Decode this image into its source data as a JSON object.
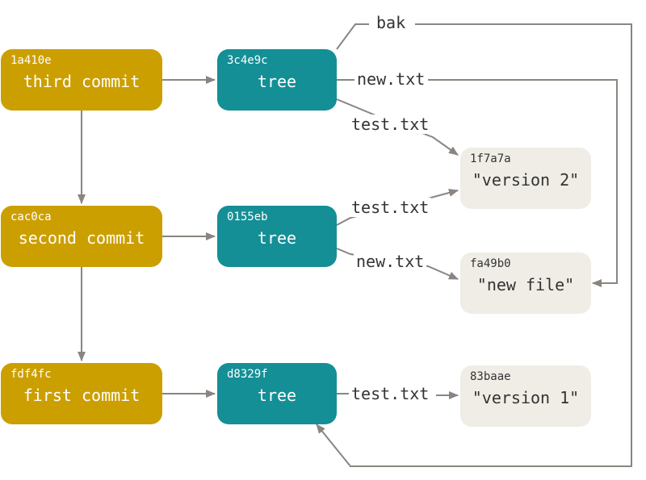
{
  "colors": {
    "commit": "#cc9f00",
    "tree": "#148f96",
    "blob": "#efede6",
    "arrow": "#8a8580"
  },
  "commits": [
    {
      "hash": "1a410e",
      "label": "third commit"
    },
    {
      "hash": "cac0ca",
      "label": "second commit"
    },
    {
      "hash": "fdf4fc",
      "label": "first commit"
    }
  ],
  "trees": [
    {
      "hash": "3c4e9c",
      "label": "tree"
    },
    {
      "hash": "0155eb",
      "label": "tree"
    },
    {
      "hash": "d8329f",
      "label": "tree"
    }
  ],
  "blobs": [
    {
      "hash": "1f7a7a",
      "label": "\"version 2\""
    },
    {
      "hash": "fa49b0",
      "label": "\"new file\""
    },
    {
      "hash": "83baae",
      "label": "\"version 1\""
    }
  ],
  "edges": {
    "bak": "bak",
    "tree1_newtxt": "new.txt",
    "tree1_testtxt": "test.txt",
    "tree2_testtxt": "test.txt",
    "tree2_newtxt": "new.txt",
    "tree3_testtxt": "test.txt"
  }
}
